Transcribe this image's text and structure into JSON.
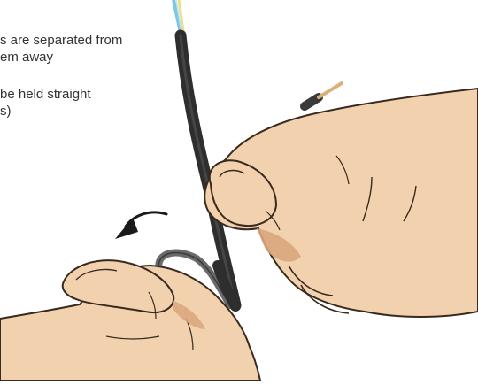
{
  "instructions": {
    "lines": [
      "s are separated from",
      "em away",
      " be held straight",
      "s)"
    ]
  },
  "illustration": {
    "subject": "hands separating insulated wire strands from a cable",
    "arrow_direction": "counter-clockwise",
    "colors": {
      "skin": "#f1d1ae",
      "skin_shadow": "#d9a67c",
      "outline": "#3a2a1e",
      "cable": "#3a3a3a",
      "wire_core": "#d9b27a",
      "fiber_blue": "#7fc7e6",
      "fiber_yellow": "#e9df8a",
      "arrow": "#1a1a1a"
    }
  }
}
